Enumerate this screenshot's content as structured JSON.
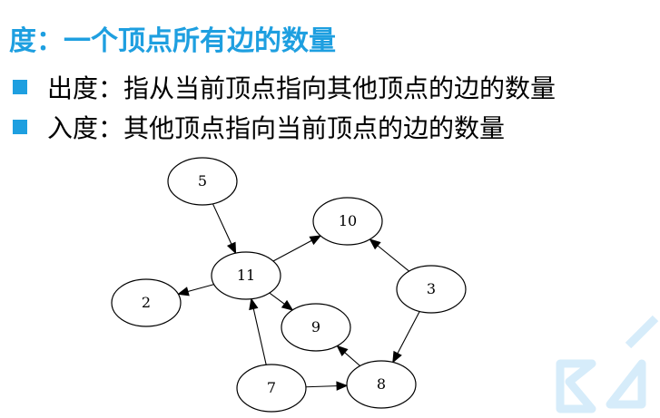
{
  "heading": "度：一个顶点所有边的数量",
  "bullets": [
    "出度：指从当前顶点指向其他顶点的边的数量",
    "入度：其他顶点指向当前顶点的边的数量"
  ],
  "colors": {
    "accent": "#1e9fe0",
    "watermark": "#d6ecfa"
  },
  "graph": {
    "nodes": [
      {
        "id": "5",
        "label": "5"
      },
      {
        "id": "11",
        "label": "11"
      },
      {
        "id": "10",
        "label": "10"
      },
      {
        "id": "2",
        "label": "2"
      },
      {
        "id": "9",
        "label": "9"
      },
      {
        "id": "3",
        "label": "3"
      },
      {
        "id": "7",
        "label": "7"
      },
      {
        "id": "8",
        "label": "8"
      }
    ],
    "edges": [
      {
        "from": "5",
        "to": "11"
      },
      {
        "from": "11",
        "to": "10"
      },
      {
        "from": "11",
        "to": "2"
      },
      {
        "from": "11",
        "to": "9"
      },
      {
        "from": "3",
        "to": "10"
      },
      {
        "from": "3",
        "to": "8"
      },
      {
        "from": "7",
        "to": "11"
      },
      {
        "from": "7",
        "to": "8"
      },
      {
        "from": "8",
        "to": "9"
      }
    ]
  }
}
